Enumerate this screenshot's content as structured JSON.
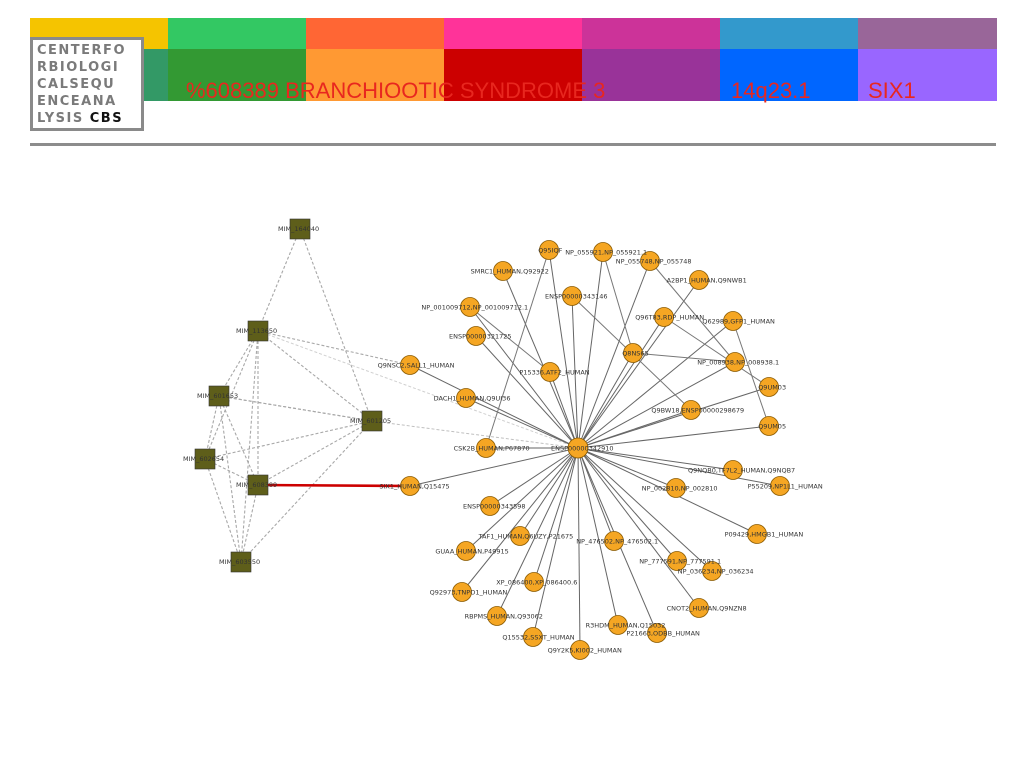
{
  "header": {
    "logo_lines": [
      "CENTERFO",
      "RBIOLOGI",
      "CALSEQU",
      "ENCEANA"
    ],
    "logo_last_prefix": "LYSIS ",
    "logo_last_bold": "CBS",
    "mim_label": "%608389 BRANCHIOOTIC SYNDROME 3",
    "locus_label": "14q23.1",
    "gene_label": "SIX1"
  },
  "colors": {
    "top_row": [
      "#f5c400",
      "#33c863",
      "#ff6634",
      "#ff3399",
      "#cc3399",
      "#3399cc",
      "#996699"
    ],
    "bottom_row": [
      "#339966",
      "#339933",
      "#ff9933",
      "#cc0000",
      "#993399",
      "#0066ff",
      "#9966ff"
    ],
    "mim_node": "#5e5e1a",
    "protein_node": "#f5a623",
    "highlight_edge": "#cc0000"
  },
  "network": {
    "center": {
      "label": "ENSP00000342910"
    },
    "mim_nodes": [
      {
        "id": "m1",
        "label": "MIM_164040"
      },
      {
        "id": "m2",
        "label": "MIM_113650"
      },
      {
        "id": "m3",
        "label": "MIM_601653"
      },
      {
        "id": "m4",
        "label": "MIM_601205"
      },
      {
        "id": "m5",
        "label": "MIM_602654"
      },
      {
        "id": "m6",
        "label": "MIM_608389"
      },
      {
        "id": "m7",
        "label": "MIM_603550"
      }
    ],
    "protein_nodes": [
      {
        "label": "Q95IQF"
      },
      {
        "label": "NP_055921,NP_055921.1"
      },
      {
        "label": "NP_055748,NP_055748"
      },
      {
        "label": "SMRC1_HUMAN,Q92922"
      },
      {
        "label": "A2BP1_HUMAN,Q9NWB1"
      },
      {
        "label": "ENSP00000343146"
      },
      {
        "label": "NP_001009712,NP_001009712.1"
      },
      {
        "label": "Q96T83,RDP_HUMAN"
      },
      {
        "label": "Q62989,GFP1_HUMAN"
      },
      {
        "label": "ENSP00000321725"
      },
      {
        "label": "Q9NSC2,SALL1_HUMAN"
      },
      {
        "label": "Q8NS65"
      },
      {
        "label": "NP_008938,NP_008938.1"
      },
      {
        "label": "P15336,ATF2_HUMAN"
      },
      {
        "label": "Q9UM03"
      },
      {
        "label": "DACH1_HUMAN,Q9UI36"
      },
      {
        "label": "Q9BW18,ENSP00000298679"
      },
      {
        "label": "Q9UM05"
      },
      {
        "label": "CSK2B_HUMAN,P67870"
      },
      {
        "label": "Q9NQB0,TF7L2_HUMAN,Q9NQB7"
      },
      {
        "label": "SIX1_HUMAN,Q15475"
      },
      {
        "label": "NP_002810,NP_002810"
      },
      {
        "label": "P55209,NP1L1_HUMAN"
      },
      {
        "label": "ENSP00000343598"
      },
      {
        "label": "TAF1_HUMAN,Q6UZY,P21675"
      },
      {
        "label": "NP_476502,NP_476502.1"
      },
      {
        "label": "P09429,HMGB1_HUMAN"
      },
      {
        "label": "GUAA_HUMAN,P49915"
      },
      {
        "label": "NP_777591,NP_777591.1"
      },
      {
        "label": "NP_036234,NP_036234"
      },
      {
        "label": "XP_086400,XP_086400.6"
      },
      {
        "label": "Q92973,TNPO1_HUMAN"
      },
      {
        "label": "CNOT2_HUMAN,Q9NZN8"
      },
      {
        "label": "RBPMS_HUMAN,Q93062"
      },
      {
        "label": "R3HDM_HUMAN,Q15032"
      },
      {
        "label": "P21663,ODBB_HUMAN"
      },
      {
        "label": "Q15532,SSXT_HUMAN"
      },
      {
        "label": "Q9Y2K5,KI002_HUMAN"
      }
    ]
  }
}
